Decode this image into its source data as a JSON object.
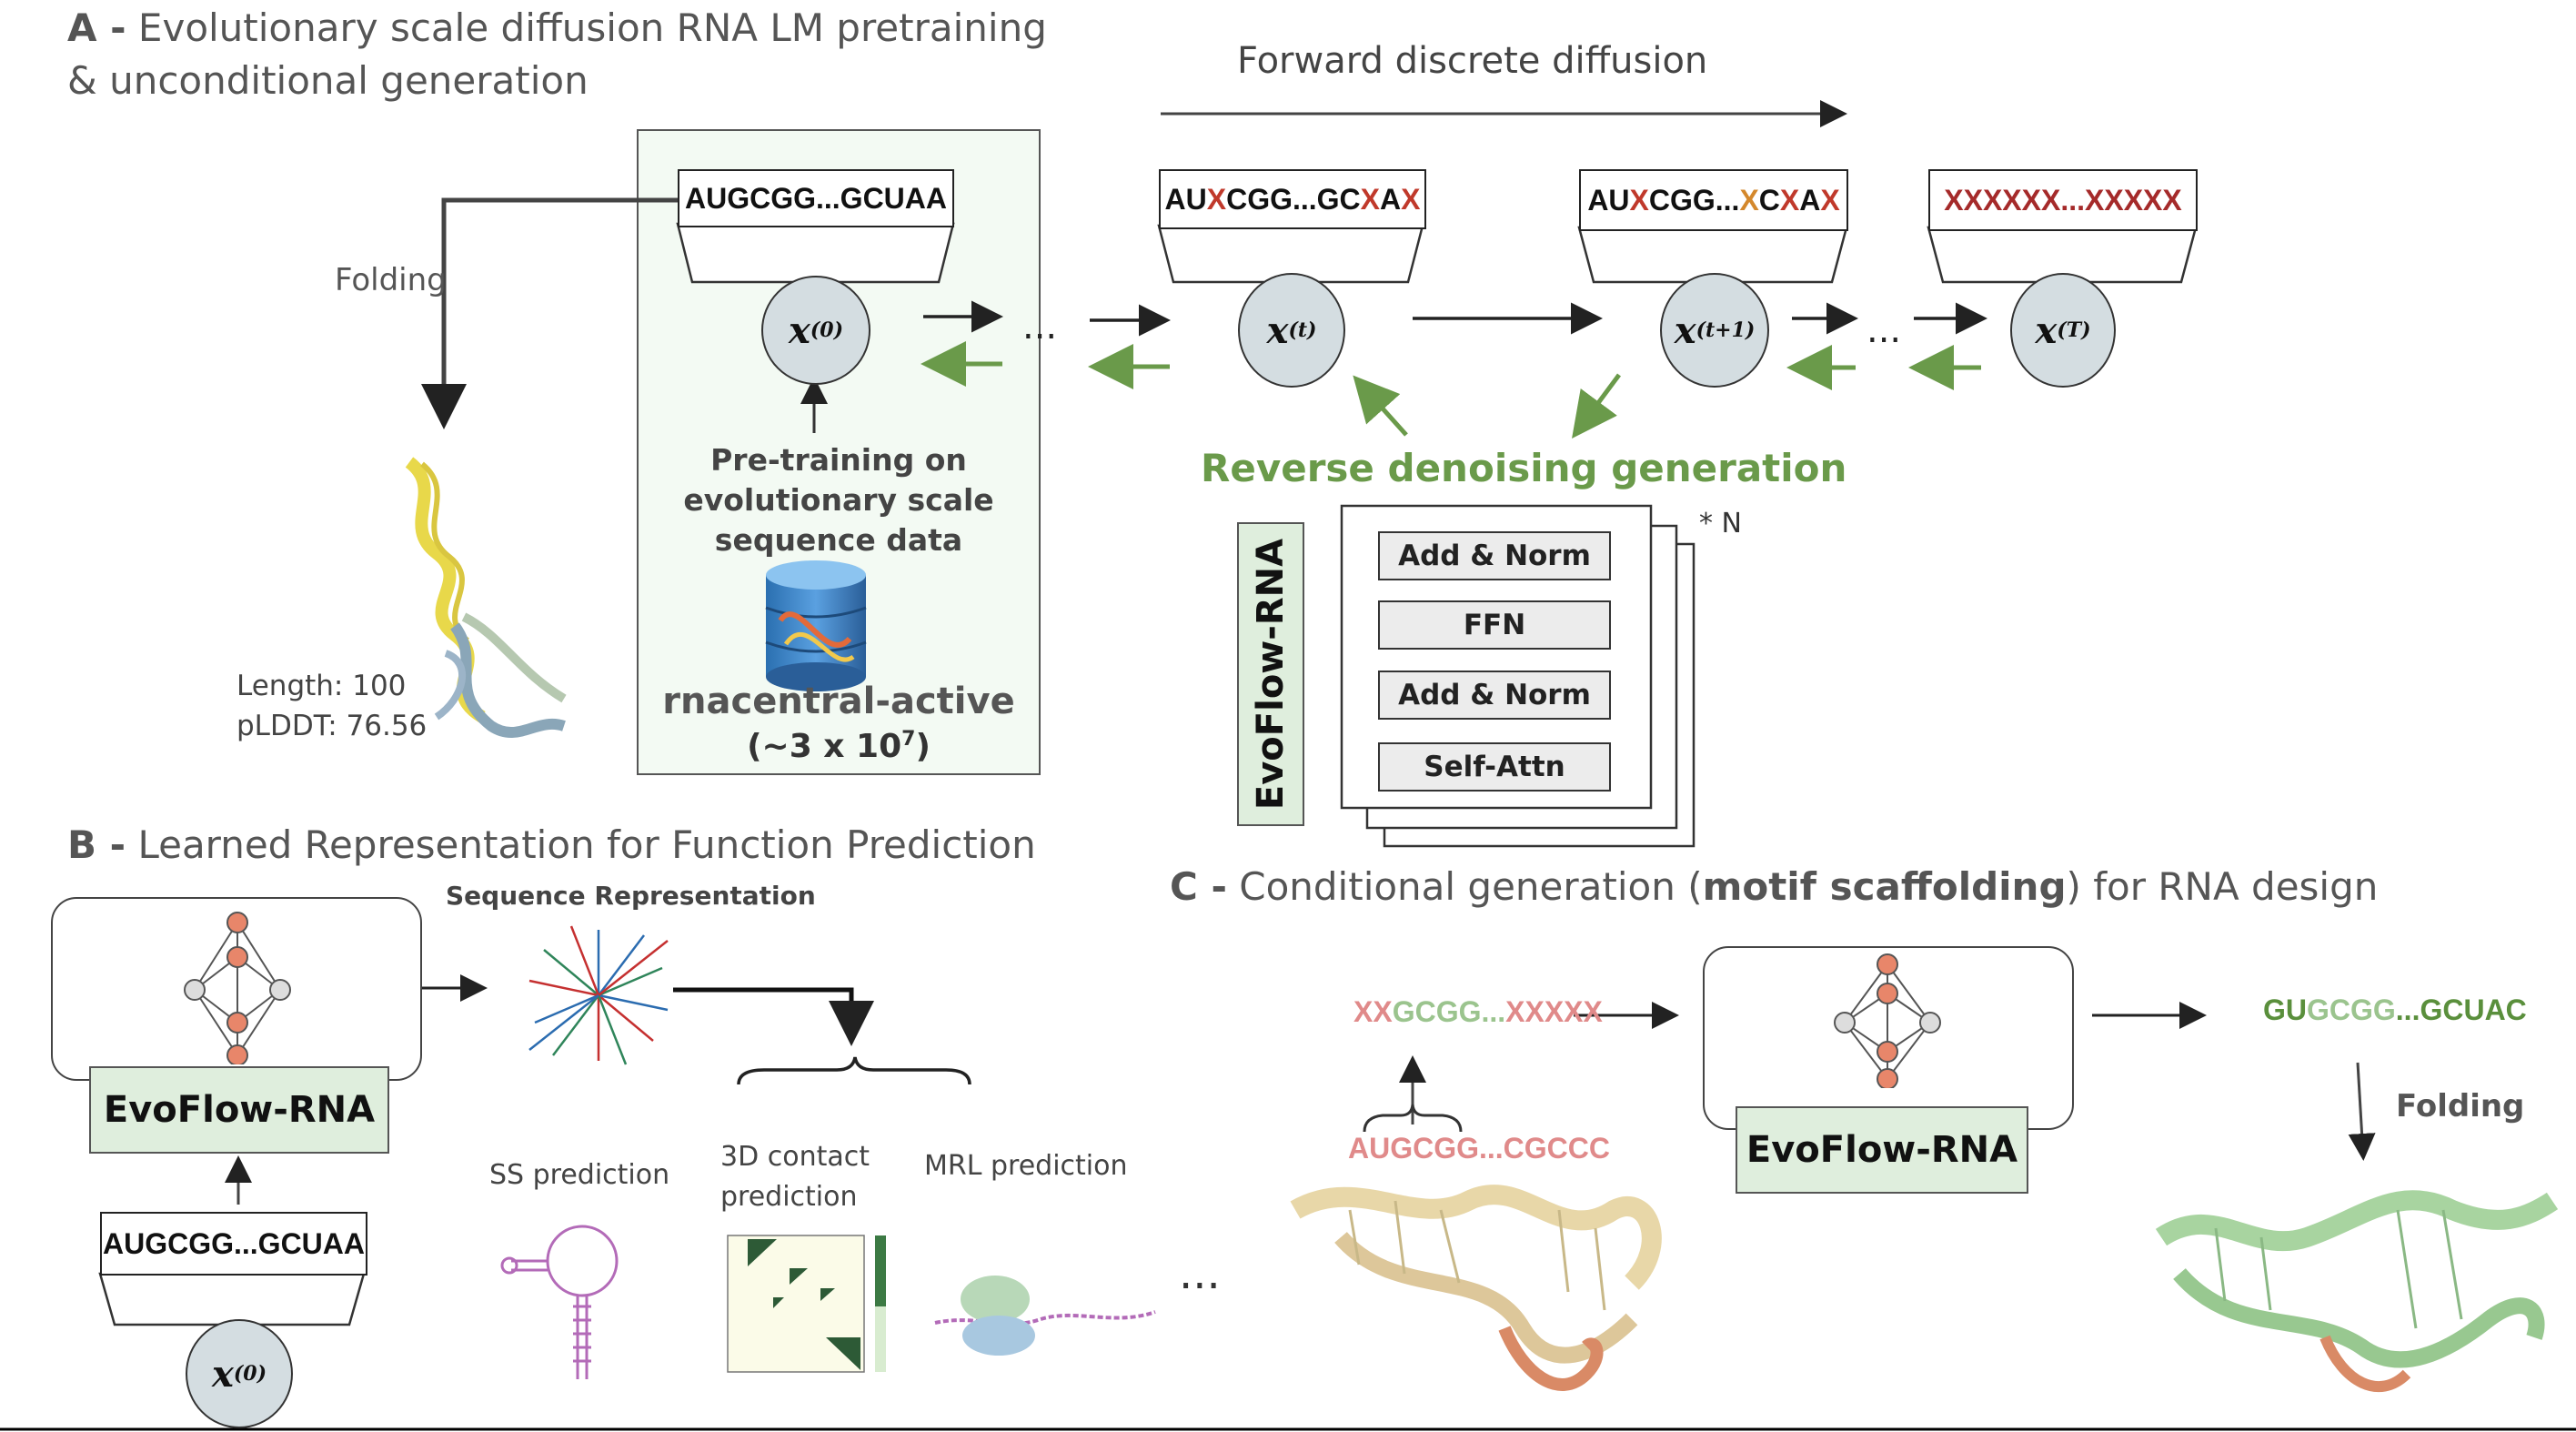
{
  "panel_a": {
    "letter": "A -",
    "title_line1": "Evolutionary scale diffusion RNA LM pretraining",
    "title_line2": "& unconditional generation",
    "forward_label": "Forward discrete diffusion",
    "folding_label": "Folding",
    "seq_x0": "AUGCGG...GCUAA",
    "seq_xt_parts": [
      {
        "t": "AU",
        "c": "#111111"
      },
      {
        "t": "X",
        "c": "#c0392b"
      },
      {
        "t": "CGG...GC",
        "c": "#111111"
      },
      {
        "t": "X",
        "c": "#c0392b"
      },
      {
        "t": "A",
        "c": "#111111"
      },
      {
        "t": "X",
        "c": "#c0392b"
      }
    ],
    "seq_xt1_parts": [
      {
        "t": "AU",
        "c": "#111111"
      },
      {
        "t": "X",
        "c": "#c0392b"
      },
      {
        "t": "CGG...",
        "c": "#111111"
      },
      {
        "t": "X",
        "c": "#d4882c"
      },
      {
        "t": "C",
        "c": "#111111"
      },
      {
        "t": "X",
        "c": "#c0392b"
      },
      {
        "t": "A",
        "c": "#111111"
      },
      {
        "t": "X",
        "c": "#c0392b"
      }
    ],
    "seq_xT": "XXXXXX...XXXXX",
    "node_x0": "x",
    "node_x0_sup": "(0)",
    "node_xt": "x",
    "node_xt_sup": "(t)",
    "node_xt1": "x",
    "node_xt1_sup": "(t+1)",
    "node_xT": "x",
    "node_xT_sup": "(T)",
    "ellipsis": "...",
    "pretraining_line1": "Pre-training on",
    "pretraining_line2": "evolutionary scale",
    "pretraining_line3": "sequence data",
    "db_name": "rnacentral-active",
    "db_size": "(~3 x 10",
    "db_size_sup": "7",
    "db_size_end": ")",
    "length_label": "Length: 100",
    "plddt_label": "pLDDT: 76.56",
    "reverse_label": "Reverse denoising generation",
    "model_name": "EvoFlow-RNA",
    "repeat_label": "* N",
    "layers": [
      "Add & Norm",
      "FFN",
      "Add & Norm",
      "Self-Attn"
    ]
  },
  "panel_b": {
    "letter": "B -",
    "title": "Learned Representation for Function Prediction",
    "model_name": "EvoFlow-RNA",
    "seq": "AUGCGG...GCUAA",
    "node": "x",
    "node_sup": "(0)",
    "seq_rep_label": "Sequence Representation",
    "ss_label": "SS prediction",
    "contact_line1": "3D contact",
    "contact_line2": "prediction",
    "mrl_label": "MRL prediction",
    "more": "..."
  },
  "panel_c": {
    "letter": "C -",
    "title_pre": "Conditional generation (",
    "title_bold": "motif scaffolding",
    "title_post": ") for RNA design",
    "model_name": "EvoFlow-RNA",
    "masked_parts": [
      {
        "t": "XX",
        "c": "#e08a8a"
      },
      {
        "t": "GCGG...",
        "c": "#9bc48e"
      },
      {
        "t": "XXXXX",
        "c": "#e08a8a"
      }
    ],
    "motif_seq": "AUGCGG...CGCCC",
    "generated_parts": [
      {
        "t": "GU",
        "c": "#5a8f3c"
      },
      {
        "t": "GCGG",
        "c": "#9bc48e"
      },
      {
        "t": "...",
        "c": "#5a8f3c"
      },
      {
        "t": "GCUAC",
        "c": "#5a8f3c"
      }
    ],
    "folding_label": "Folding"
  },
  "colors": {
    "green_accent": "#6a9a4a",
    "node_fill": "#d4dde1",
    "model_fill": "#dfeedd",
    "panel_fill": "#f3faf3",
    "mask_red": "#c0392b",
    "motif_pink": "#e08a8a"
  }
}
